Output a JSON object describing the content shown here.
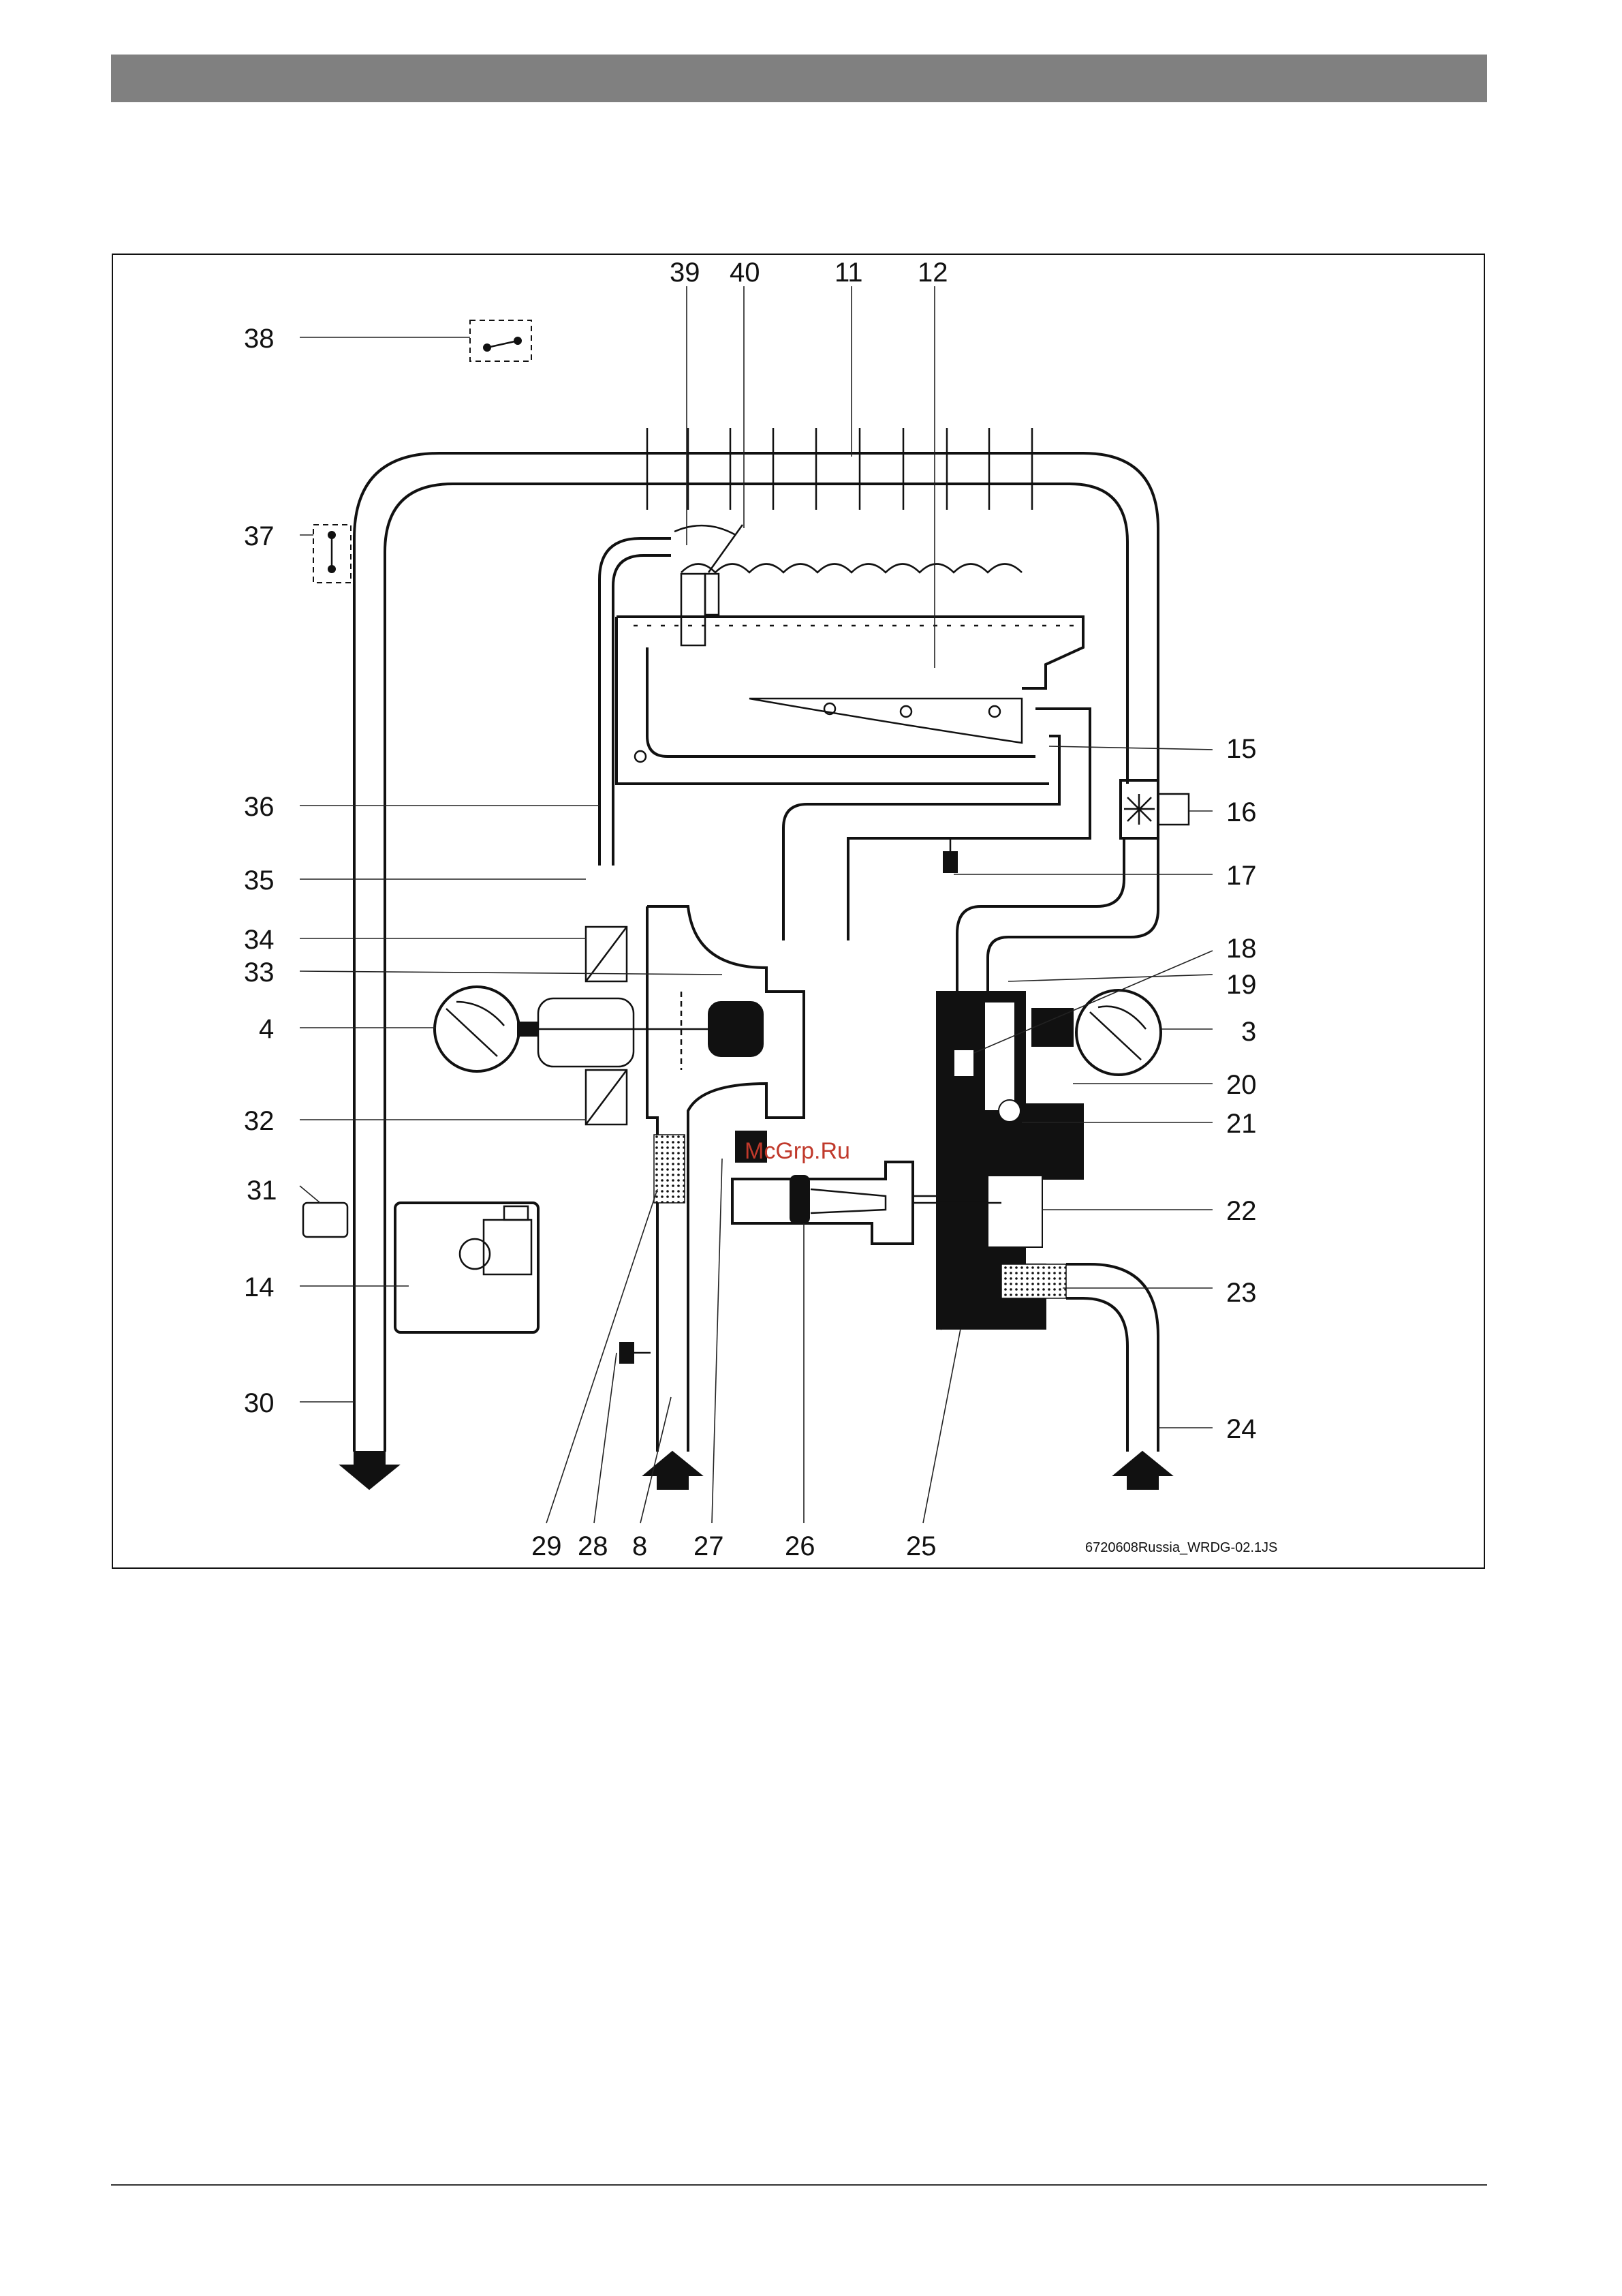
{
  "figure_id": "6720608Russia_WRDG-02.1JS",
  "watermark": "McGrp.Ru",
  "callouts": {
    "c39": "39",
    "c40": "40",
    "c11": "11",
    "c12": "12",
    "c38": "38",
    "c37": "37",
    "c36": "36",
    "c35": "35",
    "c34": "34",
    "c33": "33",
    "c4": "4",
    "c32": "32",
    "c31": "31",
    "c14": "14",
    "c30": "30",
    "c15": "15",
    "c16": "16",
    "c17": "17",
    "c18": "18",
    "c19": "19",
    "c3": "3",
    "c20": "20",
    "c21": "21",
    "c22": "22",
    "c23": "23",
    "c24": "24",
    "c29": "29",
    "c28": "28",
    "c8": "8",
    "c27": "27",
    "c26": "26",
    "c25": "25"
  },
  "icons": [
    "switch-icon",
    "gauge-icon",
    "fan-icon",
    "flow-arrow-icon",
    "control-unit-icon"
  ],
  "colors": {
    "line": "#111111",
    "header": "#808080",
    "watermark": "#c0392b"
  }
}
